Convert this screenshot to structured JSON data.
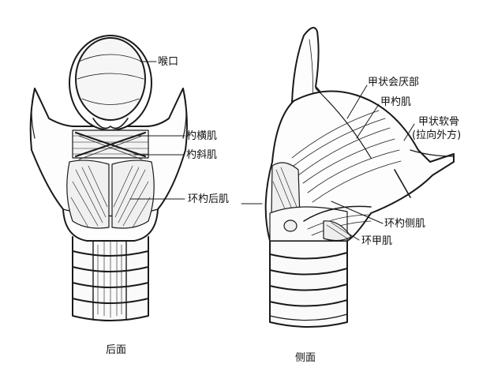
{
  "figure": {
    "views": {
      "posterior": {
        "caption": "后面"
      },
      "lateral": {
        "caption": "侧面"
      }
    },
    "posterior_labels": {
      "laryngeal_inlet": "喉口",
      "transverse_arytenoid": "杓横肌",
      "oblique_arytenoid": "杓斜肌",
      "posterior_cricoarytenoid": "环杓后肌"
    },
    "lateral_labels": {
      "thyroepiglottic": "甲状会厌部",
      "thyroarytenoid": "甲杓肌",
      "thyroid_cartilage": "甲状软骨",
      "thyroid_cartilage_note": "(拉向外方)",
      "lateral_cricoarytenoid": "环杓侧肌",
      "cricothyroid": "环甲肌"
    },
    "ink_color": "#1a1a1a",
    "paper_color": "#ffffff"
  }
}
